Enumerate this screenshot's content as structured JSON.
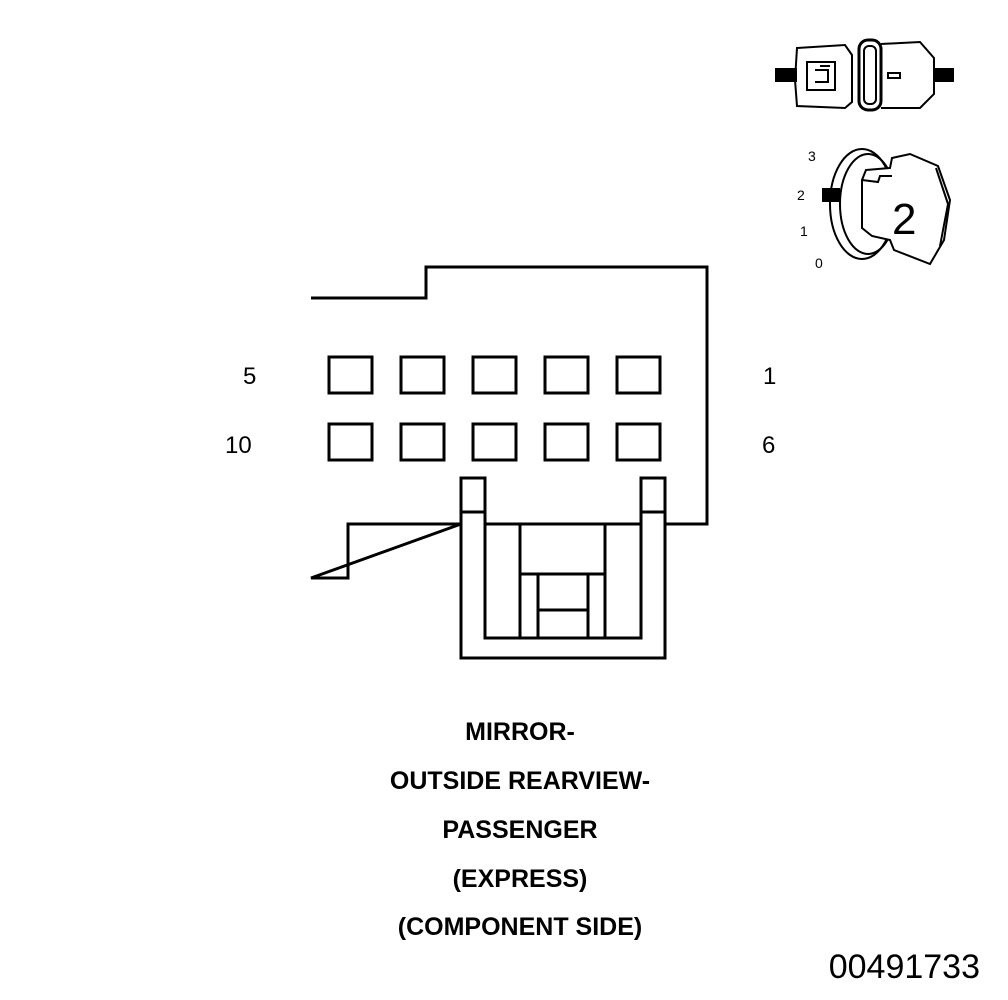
{
  "connector": {
    "pin_labels": {
      "top_left": "5",
      "top_right": "1",
      "bottom_left": "10",
      "bottom_right": "6"
    },
    "cavities_per_row": 5,
    "rows": 2
  },
  "indicator": {
    "position_labels": [
      "3",
      "2",
      "1",
      "0"
    ],
    "selected_position": "2",
    "badge_number": "2",
    "connector_icon": "connector-side-view-icon"
  },
  "caption": {
    "lines": [
      "MIRROR-",
      "OUTSIDE REARVIEW-",
      "PASSENGER",
      "(EXPRESS)",
      "(COMPONENT SIDE)"
    ]
  },
  "reference_number": "00491733",
  "colors": {
    "line": "#000000",
    "background": "#ffffff"
  }
}
